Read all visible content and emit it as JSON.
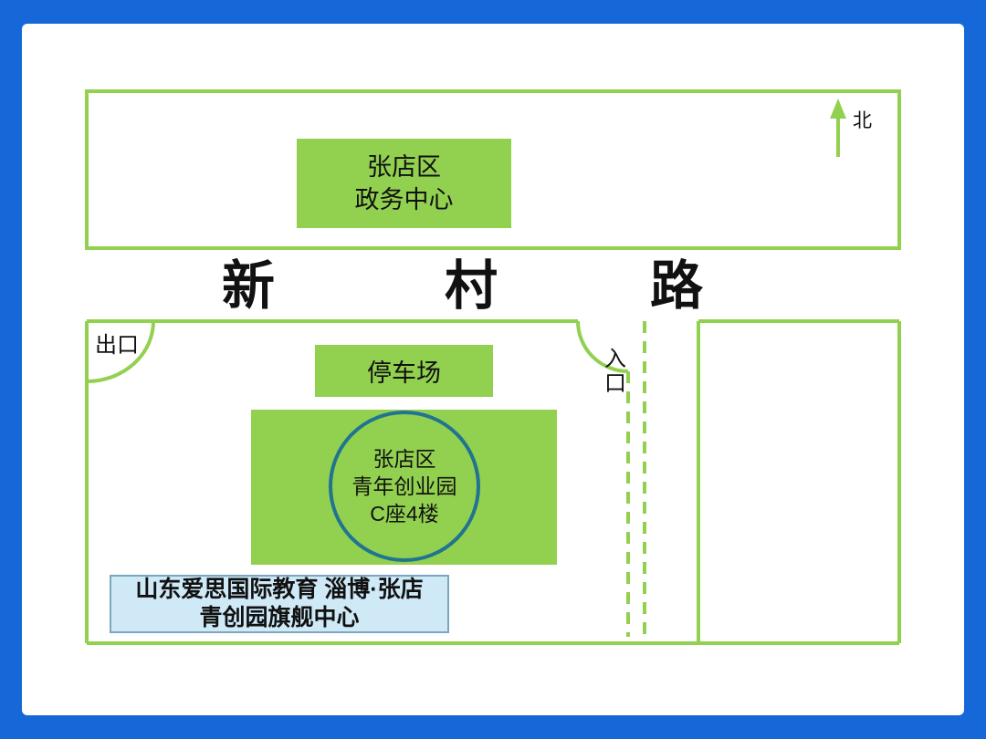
{
  "colors": {
    "frame_blue": "#1667d8",
    "map_green": "#92d050",
    "circle_stroke": "#21748f",
    "callout_fill": "#cfe9f7",
    "callout_border": "#7aa7bf",
    "text_black": "#111111"
  },
  "compass": {
    "north": "北"
  },
  "road": {
    "char1": "新",
    "char2": "村",
    "char3": "路"
  },
  "blocks": {
    "government": "张店区\n政务中心",
    "parking": "停车场",
    "youth_park": "张店区\n青年创业园\nC座4楼"
  },
  "gates": {
    "exit": "出口",
    "entrance": "入\n口"
  },
  "callout": "山东爱思国际教育 淄博·张店\n青创园旗舰中心"
}
